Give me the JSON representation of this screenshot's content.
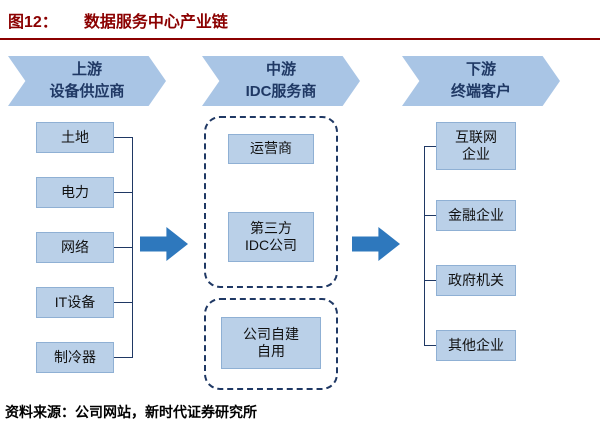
{
  "title": {
    "figure_label": "图12：",
    "text": "数据服务中心产业链"
  },
  "banners": [
    {
      "line1": "上游",
      "line2": "设备供应商"
    },
    {
      "line1": "中游",
      "line2": "IDC服务商"
    },
    {
      "line1": "下游",
      "line2": "终端客户"
    }
  ],
  "upstream": {
    "items": [
      "土地",
      "电力",
      "网络",
      "IT设备",
      "制冷器"
    ]
  },
  "midstream": {
    "operator": "运营商",
    "third_party": "第三方\nIDC公司",
    "self_built": "公司自建\n自用"
  },
  "downstream": {
    "items": [
      "互联网\n企业",
      "金融企业",
      "政府机关",
      "其他企业"
    ]
  },
  "source": "资料来源：公司网站，新时代证券研究所",
  "colors": {
    "title_red": "#8b0000",
    "banner_blue": "#a9c5e5",
    "box_blue": "#bad0e8",
    "arrow_blue": "#2e78bd",
    "line_navy": "#1f3864"
  }
}
